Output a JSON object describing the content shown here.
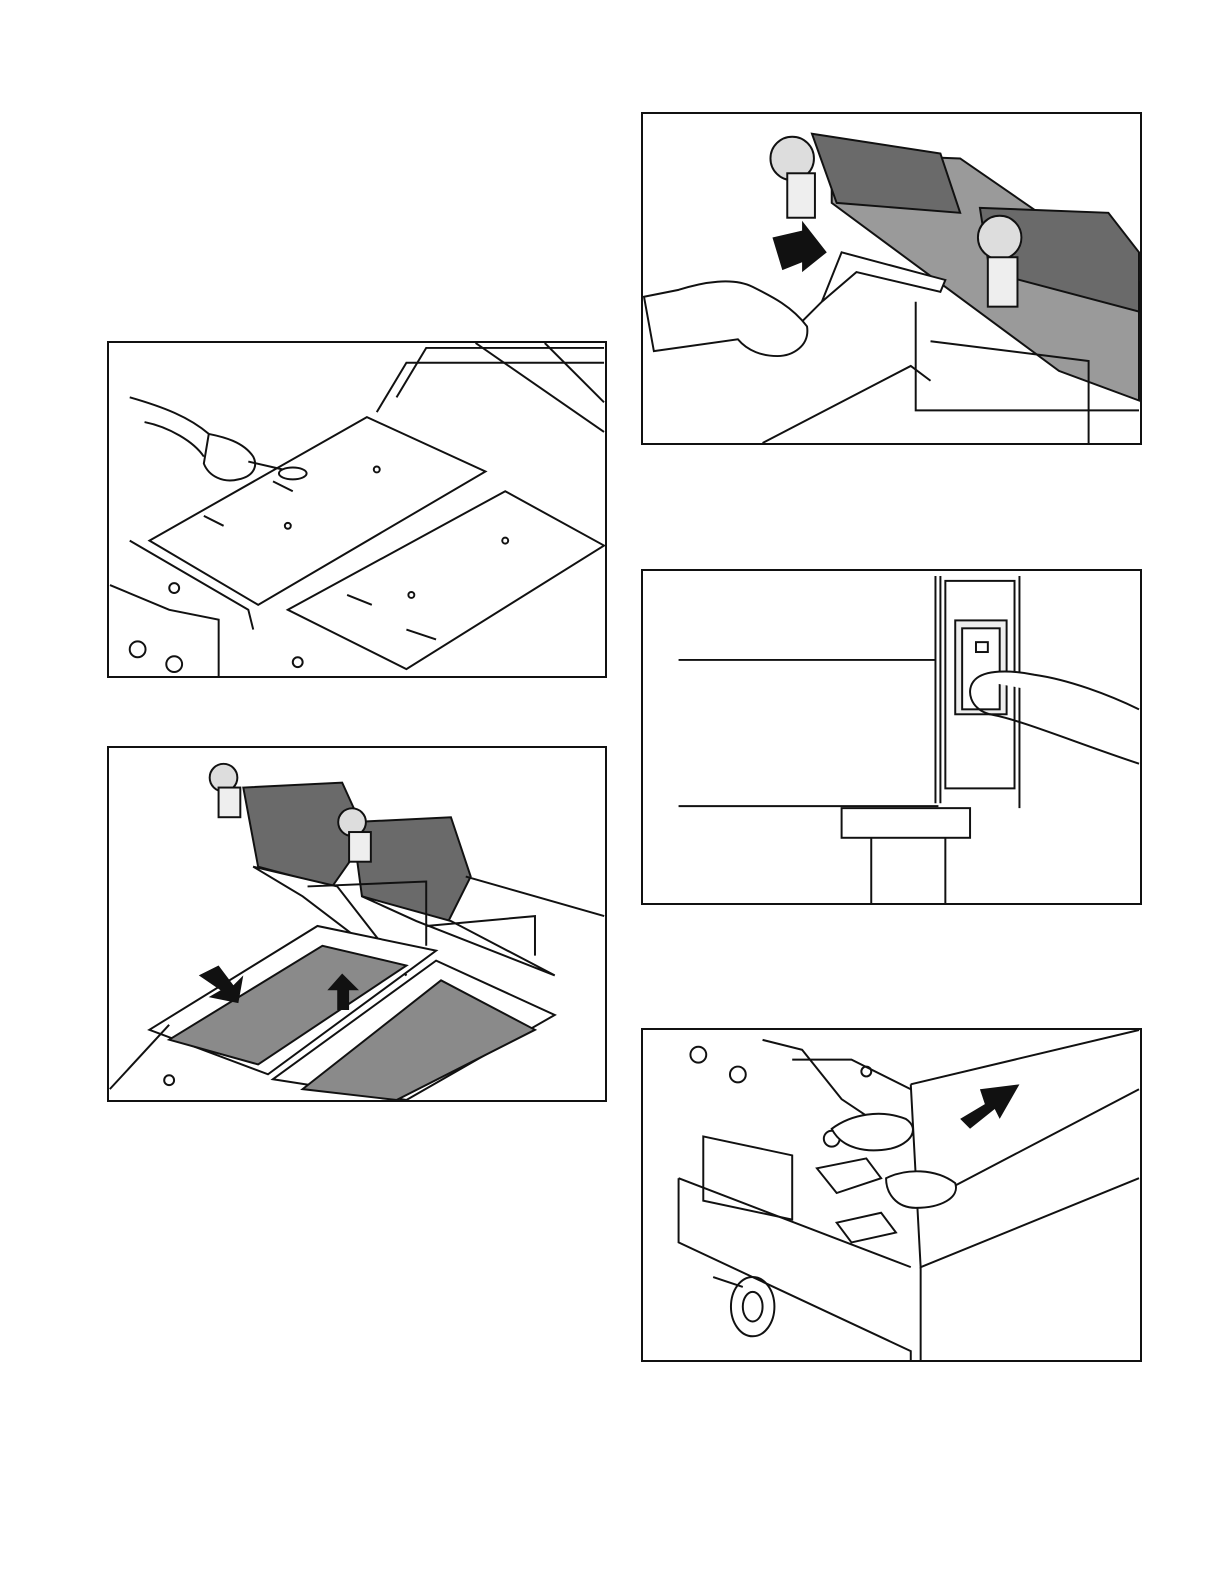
{
  "page": {
    "figures": [
      {
        "id": "fig-spread",
        "depicts": "hand-spreading-on-platens-icon"
      },
      {
        "id": "fig-sheets",
        "depicts": "release-sheet-install-icon",
        "arrow_count": 2
      },
      {
        "id": "fig-scraper",
        "depicts": "scraper-cleaning-upper-platen-icon",
        "arrow_count": 1
      },
      {
        "id": "fig-switch",
        "depicts": "power-switch-press-icon"
      },
      {
        "id": "fig-push",
        "depicts": "push-grill-cabinet-icon",
        "arrow_count": 1
      }
    ],
    "colors": {
      "stroke": "#111111",
      "platen_gray": "#8a8a8a",
      "dark_gray": "#5a5a5a",
      "arrow": "#111111"
    }
  }
}
